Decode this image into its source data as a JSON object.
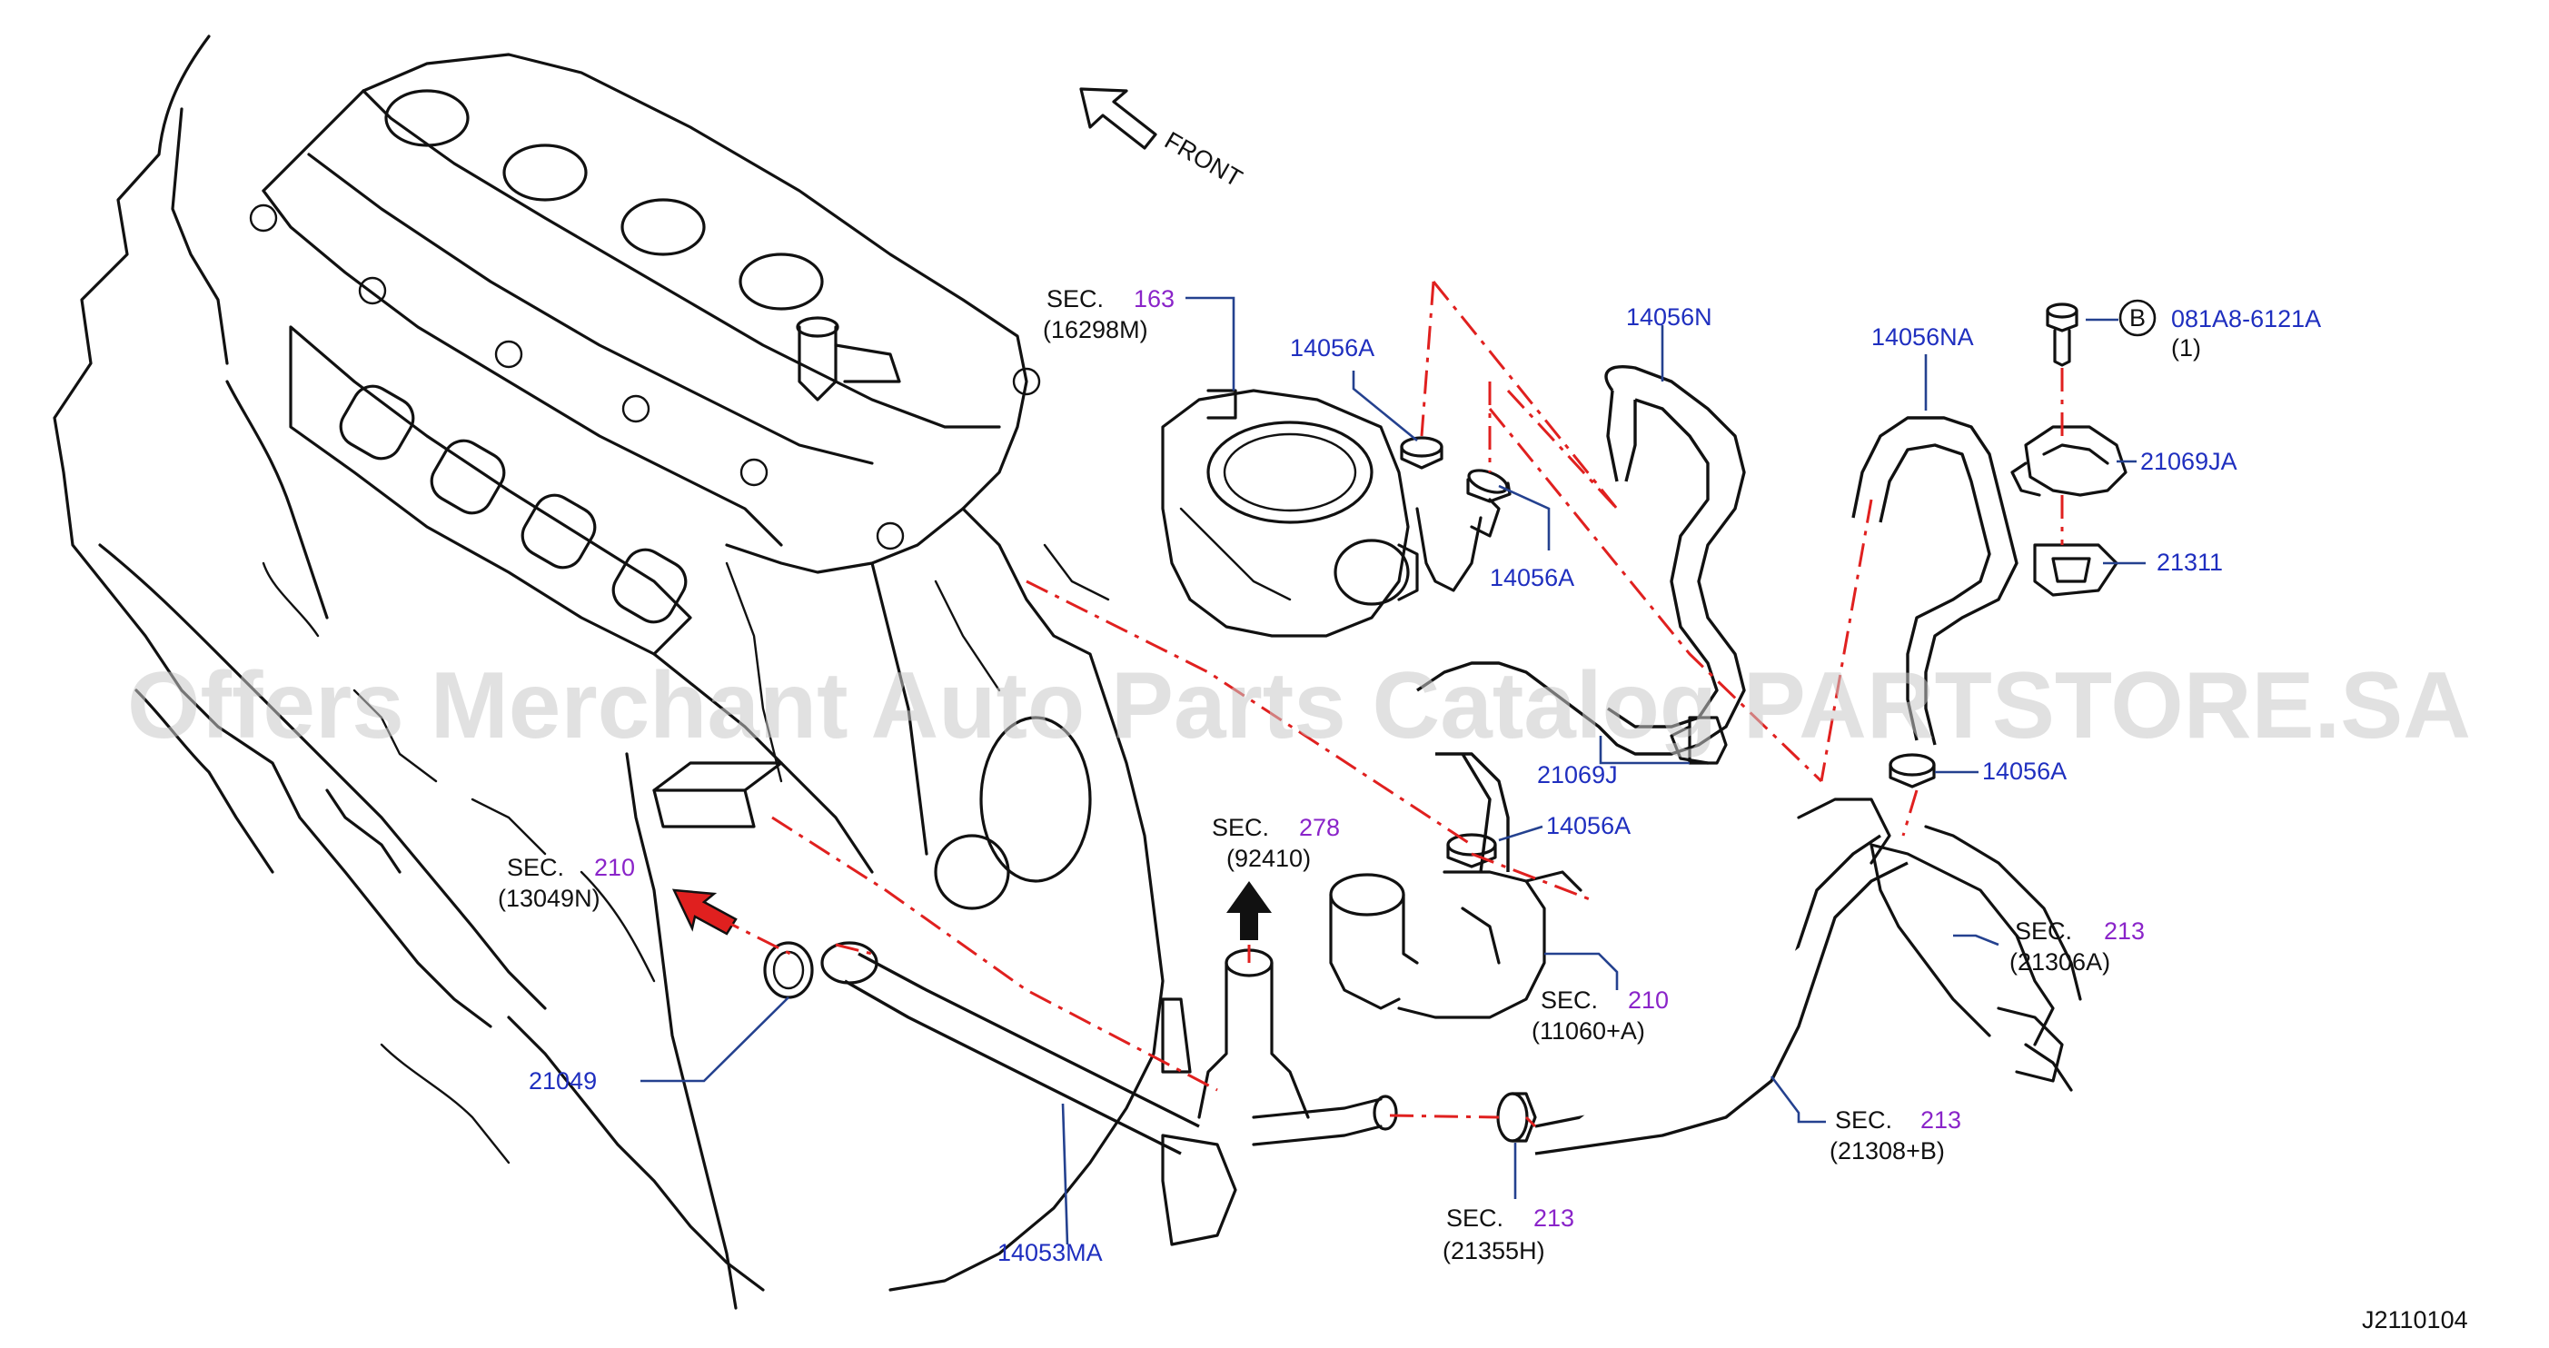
{
  "watermark": "Offers Merchant Auto Parts Catalog PARTSTORE.SA",
  "direction": {
    "label": "FRONT"
  },
  "sec_prefix": "SEC.",
  "callouts": {
    "sec163": {
      "num": "163",
      "code": "(16298M)"
    },
    "sec278": {
      "num": "278",
      "code": "(92410)"
    },
    "sec210a": {
      "num": "210",
      "code": "(13049N)"
    },
    "sec210b": {
      "num": "210",
      "code": "(11060+A)"
    },
    "sec213a": {
      "num": "213",
      "code": "(21306A)"
    },
    "sec213b": {
      "num": "213",
      "code": "(21308+B)"
    },
    "sec213c": {
      "num": "213",
      "code": "(21355H)"
    }
  },
  "parts": {
    "p14056A_1": "14056A",
    "p14056A_2": "14056A",
    "p14056A_3": "14056A",
    "p14056A_4": "14056A",
    "p14056N": "14056N",
    "p14056NA": "14056NA",
    "p081A8": "081A8-6121A",
    "p081A8_qty": "(1)",
    "p081A8_marker": "B",
    "p21069JA": "21069JA",
    "p21311": "21311",
    "p21069J": "21069J",
    "p21049": "21049",
    "p14053MA": "14053MA"
  },
  "diagram_id": "J2110104",
  "colors": {
    "part_number": "#1f2fbf",
    "section_number": "#8a24c9",
    "connection_line": "#e0201f",
    "leader": "#24418f"
  }
}
